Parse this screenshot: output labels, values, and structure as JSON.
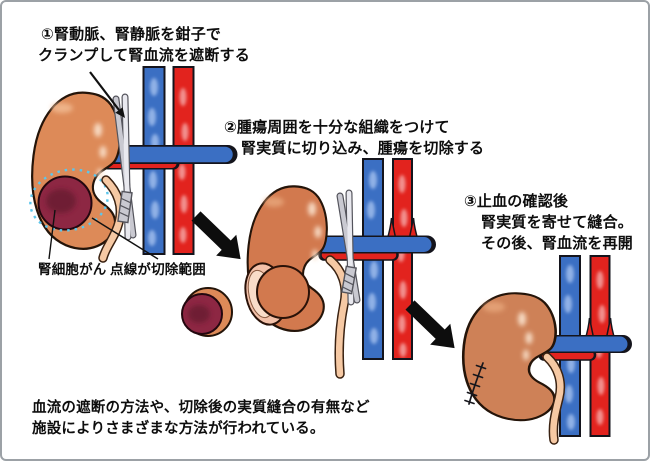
{
  "figure": {
    "steps": [
      {
        "lines": [
          "①腎動脈、腎静脈を鉗子で",
          "クランプして腎血流を遮断する"
        ]
      },
      {
        "lines": [
          "②腫瘍周囲を十分な組織をつけて",
          "腎実質に切り込み、腫瘍を切除する"
        ]
      },
      {
        "lines": [
          "③止血の確認後",
          "腎実質を寄せて縫合。",
          "その後、腎血流を再開"
        ]
      }
    ],
    "callouts": {
      "tumor_label": "腎細胞がん",
      "dotted_line_label": "点線が切除範囲"
    },
    "footnote_lines": [
      "血流の遮断の方法や、切除後の実質縫合の有無など",
      "施設によりさまざまな方法が行われている。"
    ],
    "colors": {
      "kidney_orange": "#DD8A58",
      "kidney_panel2": "#D2794E",
      "kidney_panel3": "#CE8157",
      "tumor_maroon": "#8D2743",
      "vein_blue": "#3B6FC3",
      "artery_red": "#E2231E",
      "resection_dash_cyan": "#5BC6EC",
      "ureter_peach": "#F6C9A4",
      "clamp_gray": "#C9C9D1",
      "arrow_black": "#0D0D0D"
    }
  }
}
